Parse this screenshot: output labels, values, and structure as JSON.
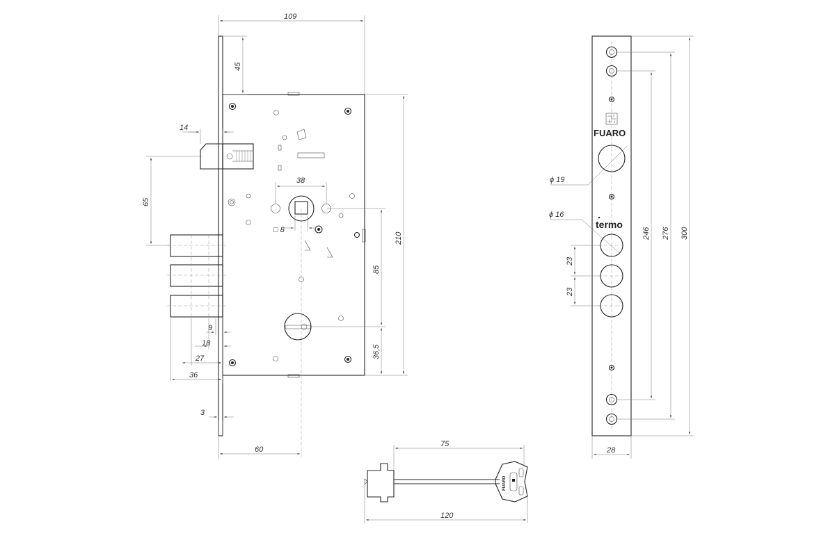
{
  "dimensions": {
    "d109": "109",
    "d45": "45",
    "d14": "14",
    "d65": "65",
    "d38": "38",
    "d8": "□ 8",
    "d210": "210",
    "d85": "85",
    "d36_5": "36,5",
    "d9": "9",
    "d18": "18",
    "d27": "27",
    "d36": "36",
    "d3": "3",
    "d60": "60",
    "d75": "75",
    "d120": "120",
    "d28": "28",
    "d246": "246",
    "d276": "276",
    "d300": "300",
    "d19": "ϕ 19",
    "d16": "ϕ 16",
    "d23a": "23",
    "d23b": "23"
  },
  "brands": {
    "fuaro": "FUARO",
    "termo": "termo",
    "key_mark": "FUARO"
  }
}
